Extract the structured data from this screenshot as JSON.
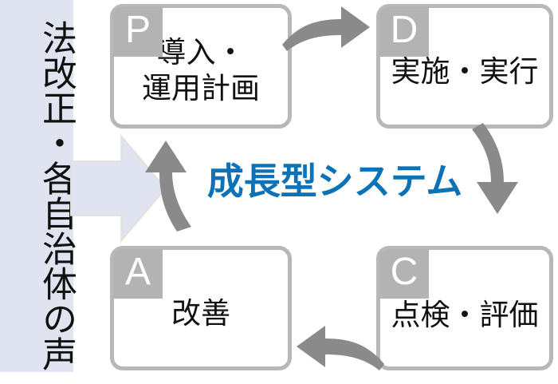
{
  "diagram": {
    "title": "成長型システム",
    "title_color": "#0b72b8",
    "banner": {
      "text": "法改正・各自治体の声",
      "background_color": "#dfe4f0",
      "orientation": "vertical"
    },
    "input_arrow": {
      "icon": "right-arrow-icon",
      "color": "#dfe4f0",
      "direction": "right"
    },
    "cards": [
      {
        "key": "P",
        "letter": "P",
        "lines": [
          "導入・",
          "運用計画"
        ],
        "tab_color": "#b3b3b3",
        "border_color": "#b8b8b8"
      },
      {
        "key": "D",
        "letter": "D",
        "lines": [
          "実施・実行"
        ],
        "tab_color": "#b3b3b3",
        "border_color": "#b8b8b8"
      },
      {
        "key": "A",
        "letter": "A",
        "lines": [
          "改善"
        ],
        "tab_color": "#b3b3b3",
        "border_color": "#b8b8b8"
      },
      {
        "key": "C",
        "letter": "C",
        "lines": [
          "点検・評価"
        ],
        "tab_color": "#b3b3b3",
        "border_color": "#b8b8b8"
      }
    ],
    "cycle_arrows": [
      {
        "from": "P",
        "to": "D",
        "icon": "curved-arrow-right-icon",
        "color": "#8a8a8a"
      },
      {
        "from": "D",
        "to": "C",
        "icon": "curved-arrow-down-icon",
        "color": "#8a8a8a"
      },
      {
        "from": "C",
        "to": "A",
        "icon": "curved-arrow-left-icon",
        "color": "#8a8a8a"
      },
      {
        "from": "A",
        "to": "P",
        "icon": "curved-arrow-up-icon",
        "color": "#8a8a8a"
      }
    ]
  }
}
